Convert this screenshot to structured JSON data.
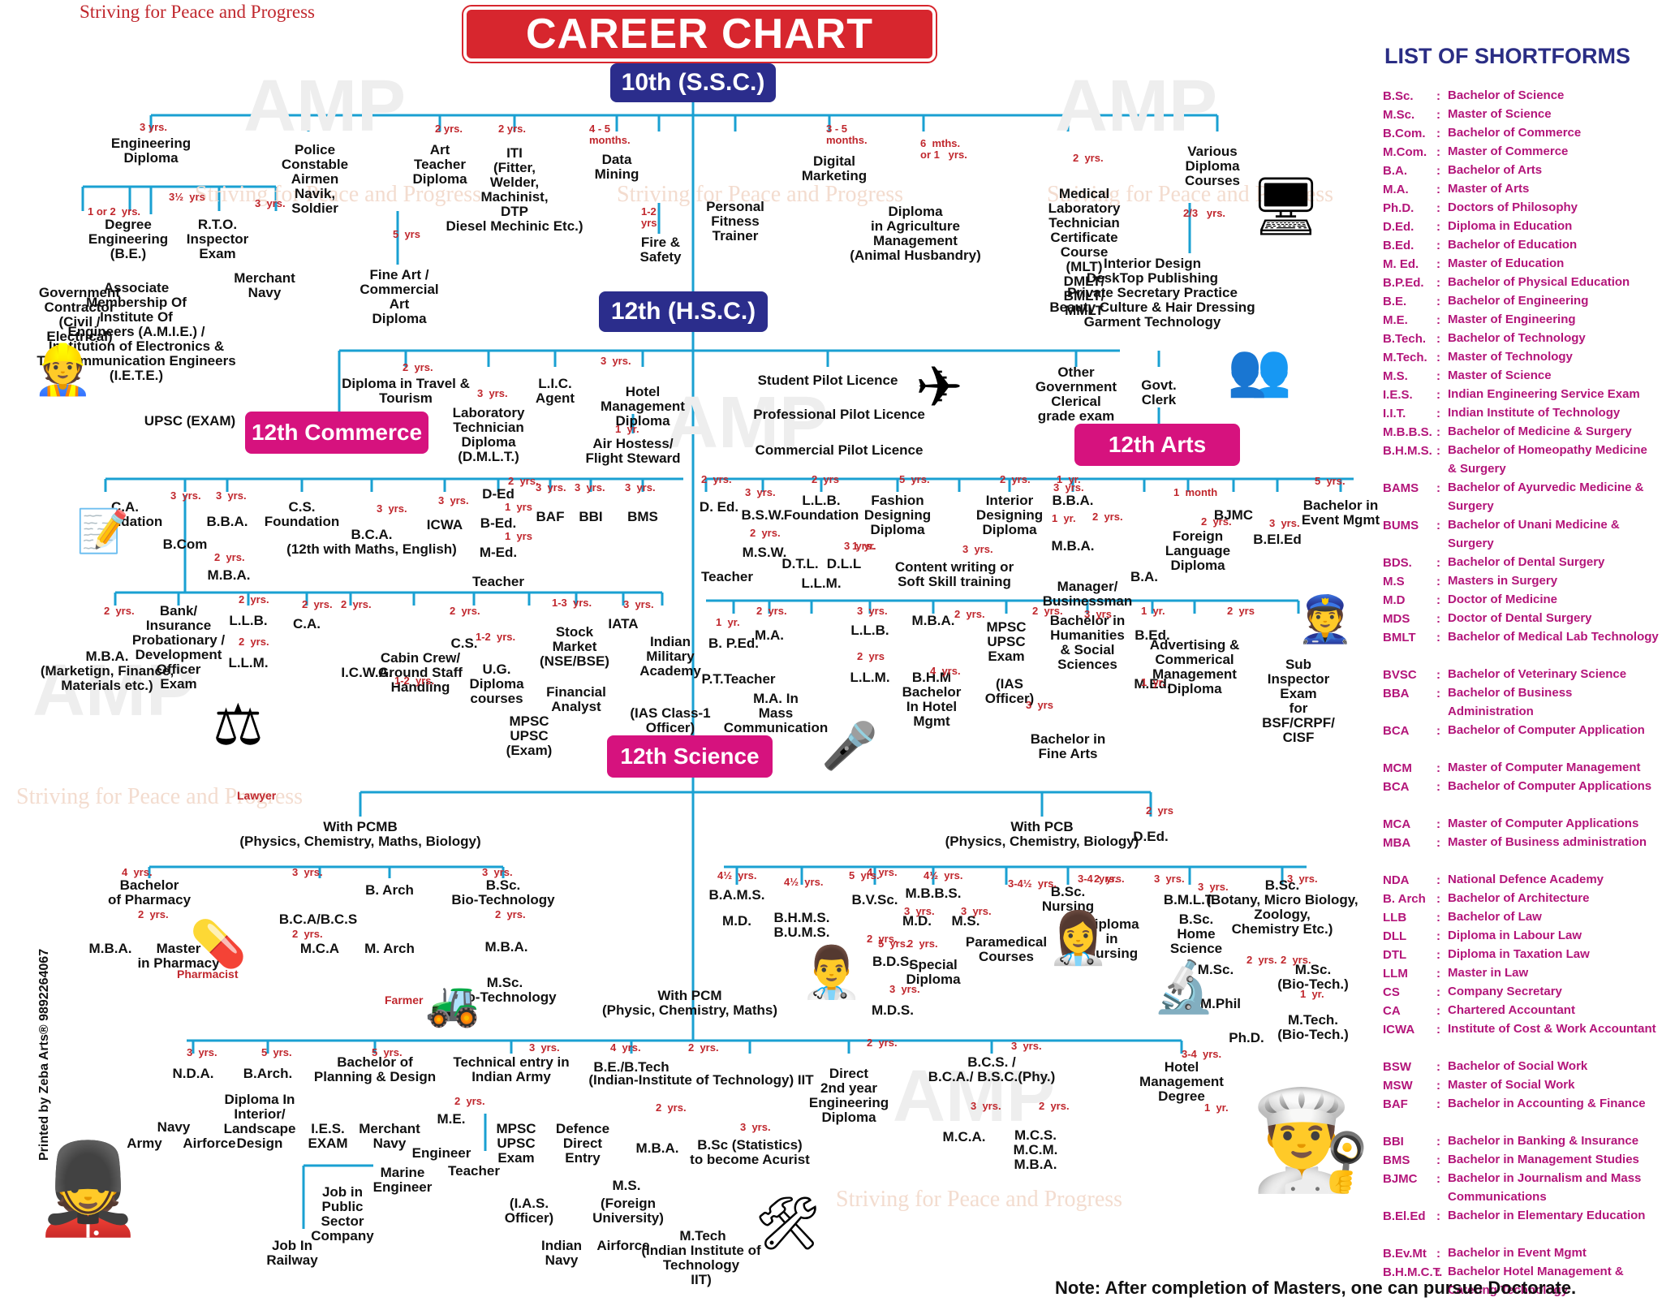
{
  "header": {
    "tagline": "Striving for Peace and Progress",
    "title": "CAREER CHART",
    "watermark_logo": "AMP"
  },
  "levels": {
    "ssc": "10th (S.S.C.)",
    "hsc": "12th (H.S.C.)",
    "commerce": "12th Commerce",
    "arts": "12th Arts",
    "science": "12th Science"
  },
  "colors": {
    "title_red": "#d7262e",
    "level_blue": "#2b2d8c",
    "stream_magenta": "#d6127e",
    "connector_blue": "#1aa0d2",
    "duration_red": "#c0272d",
    "legend_magenta": "#b3157a",
    "legend_title": "#2a2d84"
  },
  "nodes": [
    {
      "t": "Engineering\nDiploma"
    },
    {
      "t": "Police\nConstable\nAirmen\nNavik,\nSoldier"
    },
    {
      "t": "Art\nTeacher\nDiploma"
    },
    {
      "t": "ITI\n(Fitter,\nWelder,\nMachinist,\nDTP\nDiesel Mechinic Etc.)"
    },
    {
      "t": "Data\nMining"
    },
    {
      "t": "Fire &\nSafety"
    },
    {
      "t": "Personal\nFitness\nTrainer"
    },
    {
      "t": "Digital\nMarketing"
    },
    {
      "t": "Diploma\nin Agriculture\nManagement\n(Animal Husbandry)"
    },
    {
      "t": "Medical\nLaboratory\nTechnician\nCertificate\nCourse\n(MLT)\nDMLT/\nBMLT/\nMMLT"
    },
    {
      "t": "Various\nDiploma\nCourses"
    },
    {
      "t": "Interior Design\nDeskTop Publishing\nPrivate Secretary Practice\nBeauty Culture & Hair Dressing\nGarment Technology"
    },
    {
      "t": "Degree\nEngineering\n(B.E.)"
    },
    {
      "t": "R.T.O.\nInspector\nExam"
    },
    {
      "t": "Merchant\nNavy"
    },
    {
      "t": "Government\nContractor\n(Civil /\nElectrical)"
    },
    {
      "t": "Associate\nMembership Of\nInstitute Of\nEngineers (A.M.I.E.) /\nInstitution of Electronics &\nTelecommunication Engineers\n(I.E.T.E.)"
    },
    {
      "t": "UPSC (EXAM)"
    },
    {
      "t": "Fine Art /\nCommercial\nArt\nDiploma"
    },
    {
      "t": "Diploma in Travel &\nTourism"
    },
    {
      "t": "Laboratory\nTechnician\nDiploma\n(D.M.L.T.)"
    },
    {
      "t": "L.I.C.\nAgent"
    },
    {
      "t": "Hotel\nManagement\nDiploma"
    },
    {
      "t": "Air Hostess/\nFlight Steward"
    },
    {
      "t": "Student Pilot Licence"
    },
    {
      "t": "Professional Pilot Licence"
    },
    {
      "t": "Commercial Pilot Licence"
    },
    {
      "t": "Other\nGovernment\nClerical\ngrade exam"
    },
    {
      "t": "Govt.\nClerk"
    },
    {
      "t": "C.A.\nFoundation"
    },
    {
      "t": "B.B.A."
    },
    {
      "t": "C.S.\nFoundation"
    },
    {
      "t": "B.C.A.\n(12th with Maths, English)"
    },
    {
      "t": "ICWA"
    },
    {
      "t": "D-Ed"
    },
    {
      "t": "B-Ed."
    },
    {
      "t": "M-Ed."
    },
    {
      "t": "Teacher"
    },
    {
      "t": "BAF"
    },
    {
      "t": "BBI"
    },
    {
      "t": "BMS"
    },
    {
      "t": "B.Com"
    },
    {
      "t": "M.B.A."
    },
    {
      "t": "M.B.A.\n(Marketign, Finance,\nMaterials etc.)"
    },
    {
      "t": "Bank/\nInsurance\nProbationary /\nDevelopment\nOfficer\nExam"
    },
    {
      "t": "L.L.B."
    },
    {
      "t": "L.L.M."
    },
    {
      "t": "C.A."
    },
    {
      "t": "I.C.W.A."
    },
    {
      "t": "C.S."
    },
    {
      "t": "Cabin Crew/\nGround Staff\nHandling"
    },
    {
      "t": "U.G.\nDiploma\ncourses"
    },
    {
      "t": "Stock\nMarket\n(NSE/BSE)"
    },
    {
      "t": "Financial\nAnalyst"
    },
    {
      "t": "IATA"
    },
    {
      "t": "Indian\nMilitary\nAcademy"
    },
    {
      "t": "MPSC\nUPSC\n(Exam)"
    },
    {
      "t": "(IAS Class-1\nOfficer)"
    },
    {
      "t": "D. Ed."
    },
    {
      "t": "Teacher"
    },
    {
      "t": "B.S.W."
    },
    {
      "t": "M.S.W."
    },
    {
      "t": "L.L.B.\nFoundation"
    },
    {
      "t": "D.T.L."
    },
    {
      "t": "D.L.L"
    },
    {
      "t": "L.L.M."
    },
    {
      "t": "Fashion\nDesigning\nDiploma"
    },
    {
      "t": "Interior\nDesigning\nDiploma"
    },
    {
      "t": "Content writing or\nSoft Skill training"
    },
    {
      "t": "B.B.A."
    },
    {
      "t": "M.B.A."
    },
    {
      "t": "Manager/\nBusinessman"
    },
    {
      "t": "Foreign\nLanguage\nDiploma"
    },
    {
      "t": "BJMC"
    },
    {
      "t": "B.El.Ed"
    },
    {
      "t": "Bachelor in\nEvent Mgmt"
    },
    {
      "t": "B.A."
    },
    {
      "t": "B. P.Ed."
    },
    {
      "t": "P.T.Teacher"
    },
    {
      "t": "M.A."
    },
    {
      "t": "M.A. In\nMass\nCommunication"
    },
    {
      "t": "L.L.B."
    },
    {
      "t": "L.L.M."
    },
    {
      "t": "B.H.M\nBachelor\nIn Hotel\nMgmt"
    },
    {
      "t": "M.B.A."
    },
    {
      "t": "MPSC\nUPSC\nExam"
    },
    {
      "t": "(IAS\nOfficer)"
    },
    {
      "t": "Bachelor in\nHumanities\n& Social\nSciences"
    },
    {
      "t": "Bachelor in\nFine Arts"
    },
    {
      "t": "B.Ed."
    },
    {
      "t": "M.Ed."
    },
    {
      "t": "Advertising &\nCommerical\nManagement\nDiploma"
    },
    {
      "t": "Sub\nInspector\nExam\nfor\nBSF/CRPF/\nCISF"
    },
    {
      "t": "With PCMB\n(Physics, Chemistry, Maths, Biology)"
    },
    {
      "t": "With PCB\n(Physics, Chemistry, Biology)"
    },
    {
      "t": "D.Ed."
    },
    {
      "t": "Bachelor\nof Pharmacy"
    },
    {
      "t": "M.B.A."
    },
    {
      "t": "Master\nin Pharmacy"
    },
    {
      "t": "B.C.A/B.C.S"
    },
    {
      "t": "M.C.A"
    },
    {
      "t": "B. Arch"
    },
    {
      "t": "M. Arch"
    },
    {
      "t": "B.Sc.\nBio-Technology"
    },
    {
      "t": "M.B.A."
    },
    {
      "t": "M.Sc.\nBio-Technology"
    },
    {
      "t": "B.A.M.S."
    },
    {
      "t": "M.D."
    },
    {
      "t": "B.H.M.S.\nB.U.M.S."
    },
    {
      "t": "B.V.Sc."
    },
    {
      "t": "M.B.B.S."
    },
    {
      "t": "M.D."
    },
    {
      "t": "M.S."
    },
    {
      "t": "B.D.S."
    },
    {
      "t": "Special\nDiploma"
    },
    {
      "t": "M.D.S."
    },
    {
      "t": "Paramedical\nCourses"
    },
    {
      "t": "B.Sc.\nNursing"
    },
    {
      "t": "Diploma\nin\nNursing"
    },
    {
      "t": "B.M.L.T."
    },
    {
      "t": "B.Sc.\nHome\nScience"
    },
    {
      "t": "B.Sc.\n(Botany, Micro Biology,\nZoology,\nChemistry Etc.)"
    },
    {
      "t": "M.Sc."
    },
    {
      "t": "M.Sc.\n(Bio-Tech.)"
    },
    {
      "t": "M.Phil"
    },
    {
      "t": "M.Tech.\n(Bio-Tech.)"
    },
    {
      "t": "Ph.D."
    },
    {
      "t": "With PCM"
    },
    {
      "t": "(Physic, Chemistry, Maths)"
    },
    {
      "t": "N.D.A."
    },
    {
      "t": "Navy"
    },
    {
      "t": "Army"
    },
    {
      "t": "Airforce"
    },
    {
      "t": "B.Arch."
    },
    {
      "t": "Diploma In\nInterior/\nLandscape\nDesign"
    },
    {
      "t": "Bachelor of\nPlanning & Design"
    },
    {
      "t": "I.E.S.\nEXAM"
    },
    {
      "t": "Merchant\nNavy"
    },
    {
      "t": "Marine\nEngineer"
    },
    {
      "t": "Job in\nPublic\nSector\nCompany"
    },
    {
      "t": "Job In\nRailway"
    },
    {
      "t": "Technical entry in\nIndian Army"
    },
    {
      "t": "M.E."
    },
    {
      "t": "Engineer"
    },
    {
      "t": "Teacher"
    },
    {
      "t": "B.E./B.Tech"
    },
    {
      "t": "(Indian-Institute of Technology) IIT"
    },
    {
      "t": "MPSC\nUPSC\nExam"
    },
    {
      "t": "(I.A.S.\nOfficer)"
    },
    {
      "t": "Defence\nDirect\nEntry"
    },
    {
      "t": "Indian\nNavy"
    },
    {
      "t": "Airforce"
    },
    {
      "t": "M.B.A."
    },
    {
      "t": "M.S."
    },
    {
      "t": "(Foreign\nUniversity)"
    },
    {
      "t": "M.Tech"
    },
    {
      "t": "(Indian Institute of\nTechnology\nIIT)"
    },
    {
      "t": "B.Sc (Statistics)\nto become Acurist"
    },
    {
      "t": "Direct\n2nd year\nEngineering\nDiploma"
    },
    {
      "t": "B.C.S. /\nB.C.A./ B.S.C.(Phy.)"
    },
    {
      "t": "M.C.A."
    },
    {
      "t": "M.C.S.\nM.C.M.\nM.B.A."
    },
    {
      "t": "Hotel\nManagement\nDegree"
    }
  ],
  "durations": [
    "3 yrs.",
    "2 yrs.",
    "2 yrs.",
    "4 - 5\nmonths.",
    "3 - 5\nmonths.",
    "6  mths.\nor 1   yrs.",
    "2  yrs.",
    "1 or 2  yrs.",
    "3½  yrs",
    "3  yrs.",
    "5  yrs",
    "1-2\nyrs",
    "2/3   yrs.",
    "2  yrs.",
    "3  yrs.",
    "3  yrs.",
    "1  yr.",
    "3  yrs.",
    "3  yrs.",
    "3  yrs.",
    "3  yrs.",
    "2  yrs.",
    "1  yrs",
    "1  yrs",
    "3  yrs.",
    "3  yrs.",
    "3  yrs.",
    "2  yrs.",
    "2  yrs.",
    "2  yrs.",
    "2  yrs.",
    "2  yrs.",
    "2  yrs.",
    "2  yrs.",
    "1-2  yrs.",
    "1-2  yrs.",
    "1-3  yrs.",
    "3  yrs.",
    "2  yrs.",
    "3  yrs.",
    "2  yrs",
    "5  yrs.",
    "2  yrs.",
    "1  yr.",
    "1  yr.",
    "3  yrs.",
    "2  yrs.",
    "3  yrs.",
    "2  yrs.",
    "1  month",
    "3  yrs.",
    "2  yrs.",
    "3  yrs.",
    "5  yrs.",
    "1  yr.",
    "1  yr.",
    "2  yrs.",
    "3  yrs.",
    "2  yrs",
    "4  yrs.",
    "2  yrs.",
    "2  yrs.",
    "3  yrs",
    "3  yrs",
    "1  yr.",
    "1  yr.",
    "2  yrs",
    "2  yrs",
    "4  yrs.",
    "2  yrs.",
    "3  yrs.",
    "2  yrs.",
    "3  yrs.",
    "2  yrs.",
    "4  yrs.",
    "2  yrs.",
    "4½  yrs.",
    "4½  yrs.",
    "5  yrs.",
    "4½  yrs.",
    "3  yrs.",
    "3  yrs.",
    "5  yrs.",
    "2  yrs.",
    "3  yrs.",
    "3-4½  yrs.",
    "3-4  yrs.",
    "2  yrs.",
    "3  yrs.",
    "3  yrs.",
    "3  yrs.",
    "2  yrs.",
    "2  yrs.",
    "1  yr.",
    "3  yrs.",
    "5  yrs.",
    "5  yrs.",
    "3  yrs.",
    "4  yrs.",
    "2  yrs.",
    "2  yrs.",
    "2  yrs.",
    "3  yrs.",
    "2  yrs.",
    "3  yrs.",
    "3  yrs.",
    "2  yrs.",
    "3-4  yrs.",
    "1  yr."
  ],
  "captions": {
    "lawyer": "Lawyer",
    "pharmacist": "Pharmacist",
    "farmer": "Farmer"
  },
  "legend": {
    "title": "LIST OF SHORTFORMS",
    "items": [
      {
        "abbr": "B.Sc.",
        "full": "Bachelor of Science"
      },
      {
        "abbr": "M.Sc.",
        "full": "Master of Science"
      },
      {
        "abbr": "B.Com.",
        "full": "Bachelor of Commerce"
      },
      {
        "abbr": "M.Com.",
        "full": "Master of Commerce"
      },
      {
        "abbr": "B.A.",
        "full": "Bachelor of Arts"
      },
      {
        "abbr": "M.A.",
        "full": "Master of Arts"
      },
      {
        "abbr": "Ph.D.",
        "full": "Doctors of Philosophy"
      },
      {
        "abbr": "D.Ed.",
        "full": "Diploma in Education"
      },
      {
        "abbr": "B.Ed.",
        "full": "Bachelor of Education"
      },
      {
        "abbr": "M. Ed.",
        "full": "Master of Education"
      },
      {
        "abbr": "B.P.Ed.",
        "full": "Bachelor of Physical Education"
      },
      {
        "abbr": "B.E.",
        "full": "Bachelor of Engineering"
      },
      {
        "abbr": "M.E.",
        "full": "Master of Engineering"
      },
      {
        "abbr": "B.Tech.",
        "full": "Bachelor of Technology"
      },
      {
        "abbr": "M.Tech.",
        "full": "Master of Technology"
      },
      {
        "abbr": "M.S.",
        "full": "Master of Science"
      },
      {
        "abbr": "I.E.S.",
        "full": "Indian Engineering Service Exam"
      },
      {
        "abbr": "I.I.T.",
        "full": "Indian Institute of Technology"
      },
      {
        "abbr": "M.B.B.S.",
        "full": "Bachelor of Medicine & Surgery"
      },
      {
        "abbr": "B.H.M.S.",
        "full": "Bachelor of Homeopathy Medicine & Surgery"
      },
      {
        "abbr": "BAMS",
        "full": "Bachelor of Ayurvedic Medicine & Surgery"
      },
      {
        "abbr": "BUMS",
        "full": "Bachelor of Unani Medicine & Surgery"
      },
      {
        "abbr": "BDS.",
        "full": "Bachelor of Dental Surgery"
      },
      {
        "abbr": "M.S",
        "full": "Masters in Surgery"
      },
      {
        "abbr": "M.D",
        "full": "Doctor of Medicine"
      },
      {
        "abbr": "MDS",
        "full": "Doctor of Dental Surgery"
      },
      {
        "abbr": "BMLT",
        "full": "Bachelor of Medical Lab Technology"
      },
      {
        "abbr": "BVSC",
        "full": "Bachelor of Veterinary Science"
      },
      {
        "abbr": "BBA",
        "full": "Bachelor of Business Administration"
      },
      {
        "abbr": "BCA",
        "full": "Bachelor of Computer Application"
      },
      {
        "abbr": "MCM",
        "full": "Master of Computer Management"
      },
      {
        "abbr": "BCA",
        "full": "Bachelor of Computer Applications"
      },
      {
        "abbr": "MCA",
        "full": "Master of Computer Applications"
      },
      {
        "abbr": "MBA",
        "full": "Master of Business administration"
      },
      {
        "abbr": "NDA",
        "full": "National Defence Academy"
      },
      {
        "abbr": "B. Arch",
        "full": "Bachelor of Architecture"
      },
      {
        "abbr": "LLB",
        "full": "Bachelor of Law"
      },
      {
        "abbr": "DLL",
        "full": "Diploma in Labour Law"
      },
      {
        "abbr": "DTL",
        "full": "Diploma in Taxation Law"
      },
      {
        "abbr": "LLM",
        "full": "Master in Law"
      },
      {
        "abbr": "CS",
        "full": "Company Secretary"
      },
      {
        "abbr": "CA",
        "full": "Chartered Accountant"
      },
      {
        "abbr": "ICWA",
        "full": "Institute of Cost & Work Accountant"
      },
      {
        "abbr": "BSW",
        "full": "Bachelor of Social Work"
      },
      {
        "abbr": "MSW",
        "full": "Master of Social Work"
      },
      {
        "abbr": "BAF",
        "full": "Bachelor in Accounting & Finance"
      },
      {
        "abbr": "BBI",
        "full": "Bachelor in Banking & Insurance"
      },
      {
        "abbr": "BMS",
        "full": "Bachelor in Management Studies"
      },
      {
        "abbr": "BJMC",
        "full": "Bachelor in Journalism and Mass Communications"
      },
      {
        "abbr": "B.El.Ed",
        "full": "Bachelor in Elementary Education"
      },
      {
        "abbr": "B.Ev.Mt",
        "full": "Bachelor in Event Mgmt"
      },
      {
        "abbr": "B.H.M.C.T.",
        "full": "Bachelor Hotel Management & Catering Technology"
      }
    ]
  },
  "footer": {
    "note": "Note: After completion of Masters, one can pursue Doctorate.",
    "printed_by": "Printed by Zeba Arts® 9892264067"
  }
}
